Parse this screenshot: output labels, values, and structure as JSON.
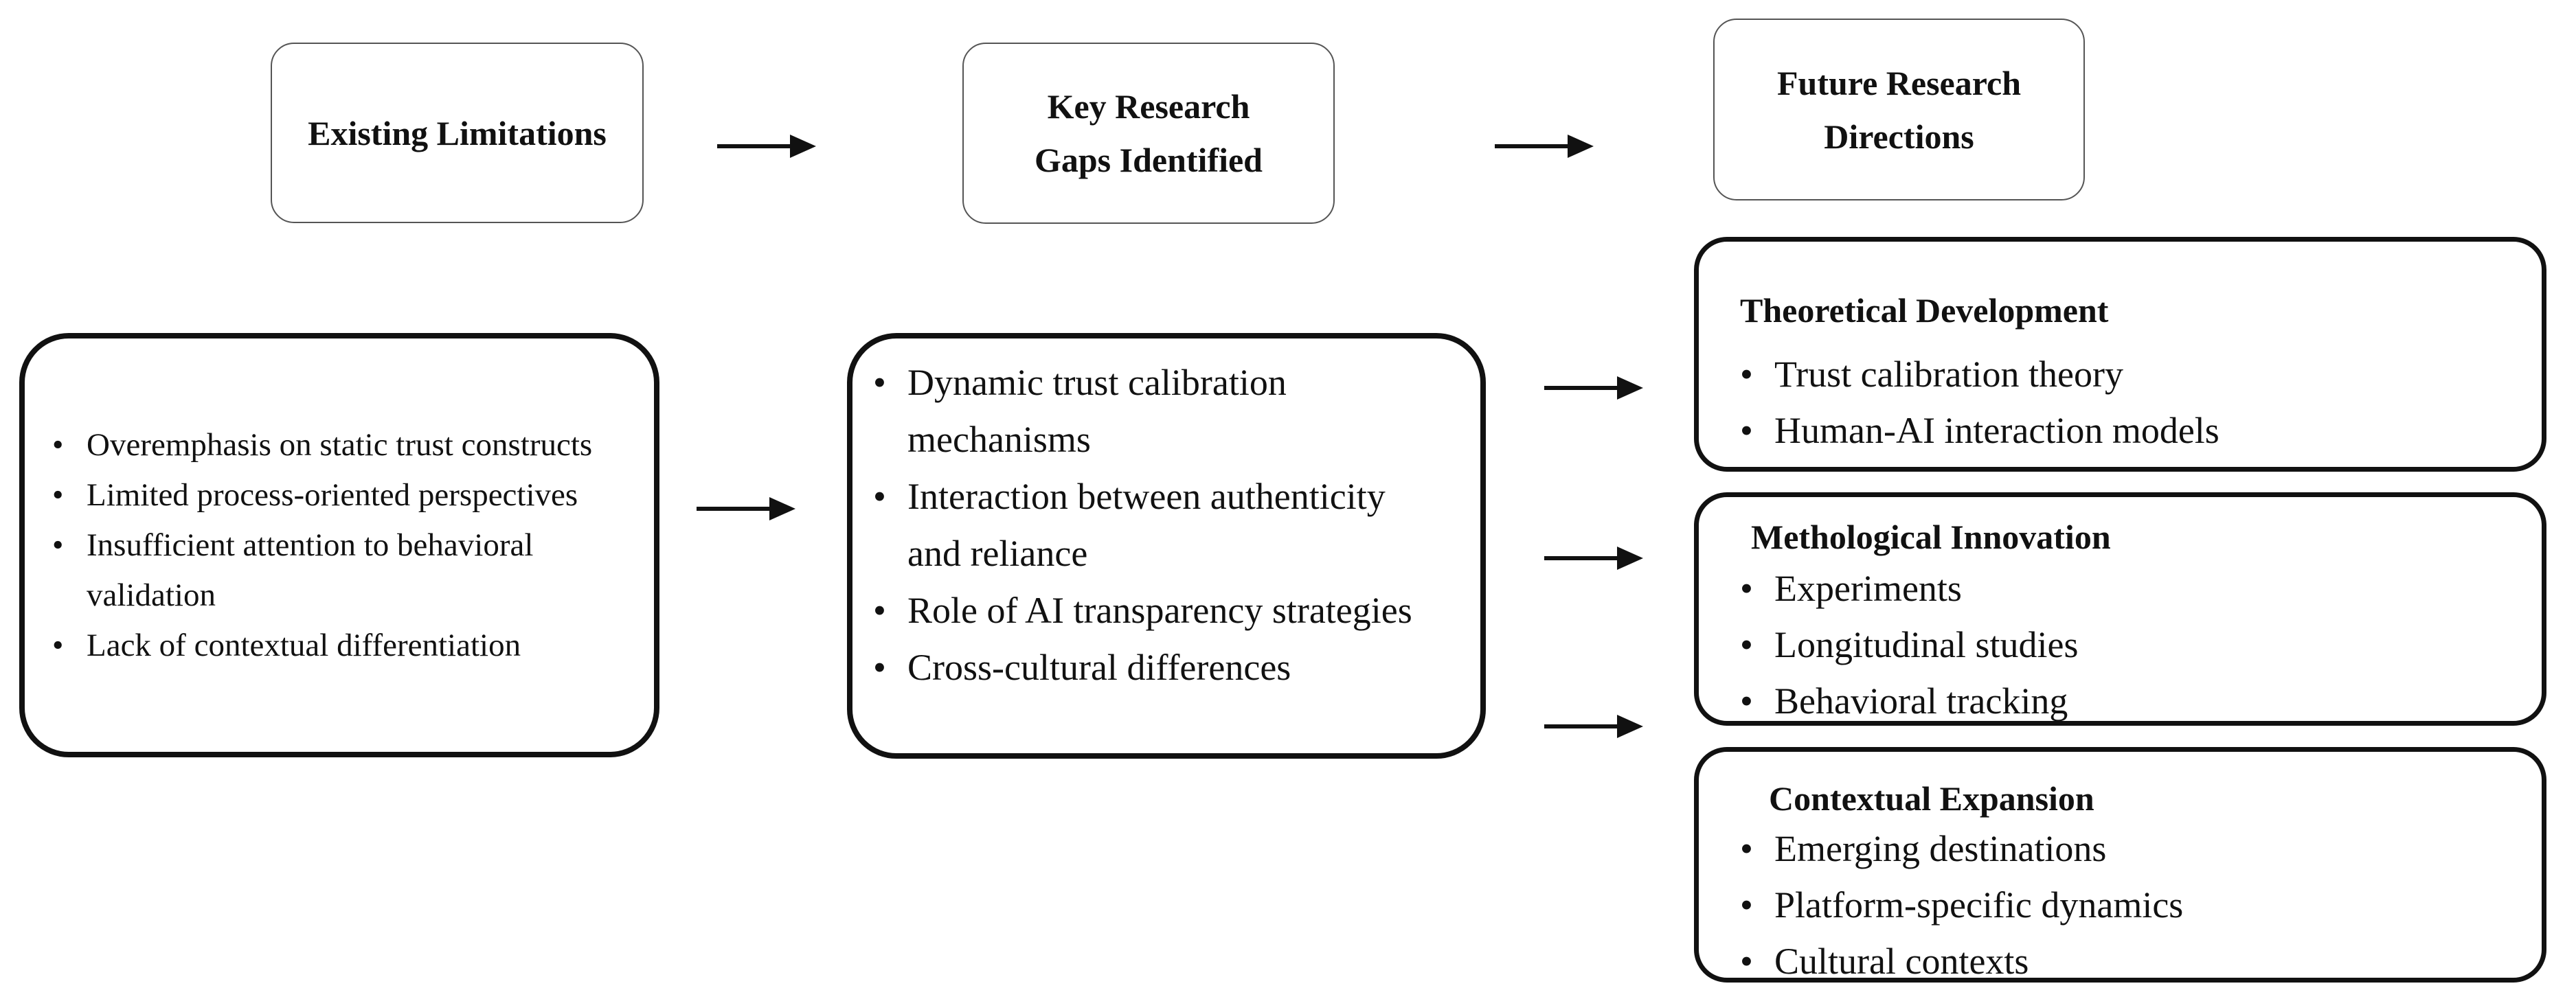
{
  "headers": {
    "limitations": [
      "Existing Limitations"
    ],
    "gaps": [
      "Key Research",
      "Gaps Identified"
    ],
    "future": [
      "Future Research",
      "Directions"
    ]
  },
  "limitations": {
    "items": [
      "Overemphasis on static trust constructs",
      "Limited process-oriented perspectives",
      "Insufficient attention to behavioral validation",
      "Lack of contextual differentiation"
    ]
  },
  "gaps": {
    "items": [
      "Dynamic trust calibration mechanisms",
      "Interaction between authenticity and reliance",
      "Role of AI transparency strategies",
      "Cross-cultural differences"
    ]
  },
  "directions": [
    {
      "title": "Theoretical Development",
      "items": [
        "Trust calibration theory",
        "Human-AI interaction models"
      ]
    },
    {
      "title": "Methological Innovation",
      "items": [
        "Experiments",
        "Longitudinal studies",
        "Behavioral tracking"
      ]
    },
    {
      "title": "Contextual Expansion",
      "items": [
        "Emerging destinations",
        "Platform-specific dynamics",
        "Cultural contexts"
      ]
    }
  ],
  "colors": {
    "stroke": "#111111",
    "header_border": "#555555",
    "background": "#ffffff"
  }
}
